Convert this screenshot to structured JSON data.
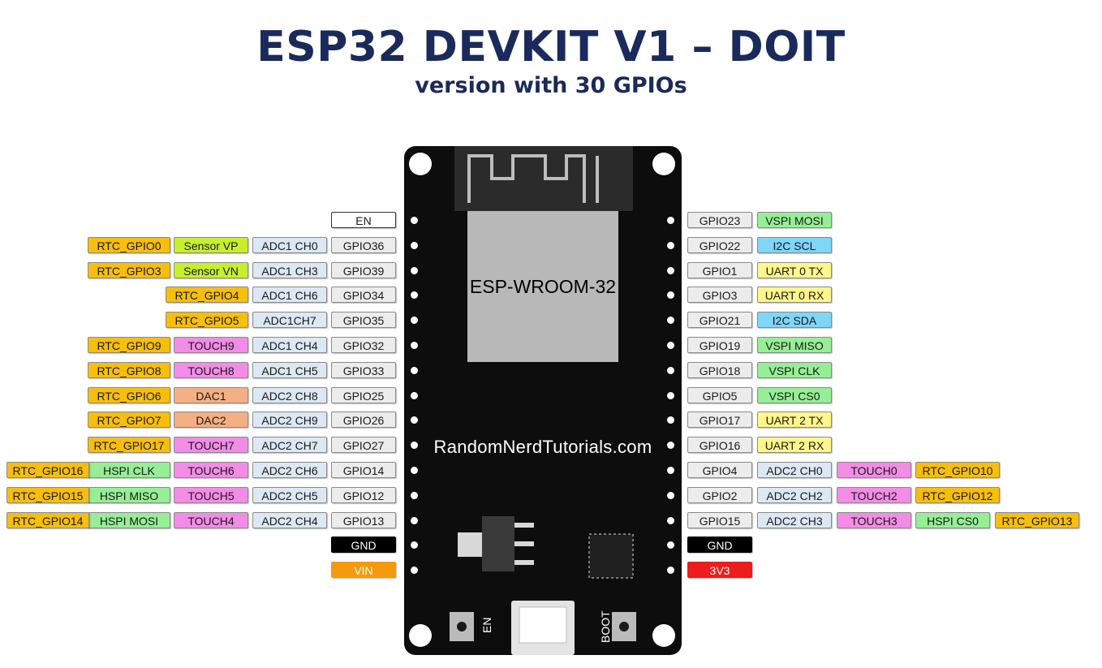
{
  "title": "ESP32 DEVKIT V1 – DOIT",
  "subtitle": "version with 30 GPIOs",
  "board": {
    "chip_label": "ESP-WROOM-32",
    "watermark": "RandomNerdTutorials.com",
    "en_label": "EN",
    "boot_label": "BOOT"
  },
  "colors": {
    "rtc": "#f7be0c",
    "sensor": "#c7ef2e",
    "adc": "#dce8f3",
    "gpio": "#ececec",
    "touch": "#f28ce6",
    "dac": "#f4b084",
    "hspi": "#96ee96",
    "vspi": "#96ee96",
    "i2c": "#7fd6f7",
    "uart": "#fff68c",
    "gnd": "#000000",
    "vin": "#f59a0c",
    "v33": "#ee1c1c",
    "en": "#ffffff"
  },
  "left_pins": [
    {
      "labels": [
        {
          "text": "EN",
          "kind": "en"
        }
      ]
    },
    {
      "labels": [
        {
          "text": "GPIO36",
          "kind": "gpio"
        },
        {
          "text": "ADC1 CH0",
          "kind": "adc"
        },
        {
          "text": "Sensor VP",
          "kind": "sensor"
        },
        {
          "text": "RTC_GPIO0",
          "kind": "rtc"
        }
      ]
    },
    {
      "labels": [
        {
          "text": "GPIO39",
          "kind": "gpio"
        },
        {
          "text": "ADC1 CH3",
          "kind": "adc"
        },
        {
          "text": "Sensor VN",
          "kind": "sensor"
        },
        {
          "text": "RTC_GPIO3",
          "kind": "rtc"
        }
      ]
    },
    {
      "labels": [
        {
          "text": "GPIO34",
          "kind": "gpio"
        },
        {
          "text": "ADC1 CH6",
          "kind": "adc"
        },
        {
          "text": "RTC_GPIO4",
          "kind": "rtc"
        }
      ]
    },
    {
      "labels": [
        {
          "text": "GPIO35",
          "kind": "gpio"
        },
        {
          "text": "ADC1CH7",
          "kind": "adc"
        },
        {
          "text": "RTC_GPIO5",
          "kind": "rtc"
        }
      ]
    },
    {
      "labels": [
        {
          "text": "GPIO32",
          "kind": "gpio"
        },
        {
          "text": "ADC1 CH4",
          "kind": "adc"
        },
        {
          "text": "TOUCH9",
          "kind": "touch"
        },
        {
          "text": "RTC_GPIO9",
          "kind": "rtc"
        }
      ]
    },
    {
      "labels": [
        {
          "text": "GPIO33",
          "kind": "gpio"
        },
        {
          "text": "ADC1 CH5",
          "kind": "adc"
        },
        {
          "text": "TOUCH8",
          "kind": "touch"
        },
        {
          "text": "RTC_GPIO8",
          "kind": "rtc"
        }
      ]
    },
    {
      "labels": [
        {
          "text": "GPIO25",
          "kind": "gpio"
        },
        {
          "text": "ADC2 CH8",
          "kind": "adc"
        },
        {
          "text": "DAC1",
          "kind": "dac"
        },
        {
          "text": "RTC_GPIO6",
          "kind": "rtc"
        }
      ]
    },
    {
      "labels": [
        {
          "text": "GPIO26",
          "kind": "gpio"
        },
        {
          "text": "ADC2 CH9",
          "kind": "adc"
        },
        {
          "text": "DAC2",
          "kind": "dac"
        },
        {
          "text": "RTC_GPIO7",
          "kind": "rtc"
        }
      ]
    },
    {
      "labels": [
        {
          "text": "GPIO27",
          "kind": "gpio"
        },
        {
          "text": "ADC2 CH7",
          "kind": "adc"
        },
        {
          "text": "TOUCH7",
          "kind": "touch"
        },
        {
          "text": "RTC_GPIO17",
          "kind": "rtc"
        }
      ]
    },
    {
      "labels": [
        {
          "text": "GPIO14",
          "kind": "gpio"
        },
        {
          "text": "ADC2 CH6",
          "kind": "adc"
        },
        {
          "text": "TOUCH6",
          "kind": "touch"
        },
        {
          "text": "HSPI CLK",
          "kind": "hspi"
        },
        {
          "text": "RTC_GPIO16",
          "kind": "rtc"
        }
      ]
    },
    {
      "labels": [
        {
          "text": "GPIO12",
          "kind": "gpio"
        },
        {
          "text": "ADC2 CH5",
          "kind": "adc"
        },
        {
          "text": "TOUCH5",
          "kind": "touch"
        },
        {
          "text": "HSPI MISO",
          "kind": "hspi"
        },
        {
          "text": "RTC_GPIO15",
          "kind": "rtc"
        }
      ]
    },
    {
      "labels": [
        {
          "text": "GPIO13",
          "kind": "gpio"
        },
        {
          "text": "ADC2 CH4",
          "kind": "adc"
        },
        {
          "text": "TOUCH4",
          "kind": "touch"
        },
        {
          "text": "HSPI MOSI",
          "kind": "hspi"
        },
        {
          "text": "RTC_GPIO14",
          "kind": "rtc"
        }
      ]
    },
    {
      "labels": [
        {
          "text": "GND",
          "kind": "gnd"
        }
      ]
    },
    {
      "labels": [
        {
          "text": "VIN",
          "kind": "vin"
        }
      ]
    }
  ],
  "right_pins": [
    {
      "labels": [
        {
          "text": "GPIO23",
          "kind": "gpio"
        },
        {
          "text": "VSPI MOSI",
          "kind": "vspi"
        }
      ]
    },
    {
      "labels": [
        {
          "text": "GPIO22",
          "kind": "gpio"
        },
        {
          "text": "I2C SCL",
          "kind": "i2c"
        }
      ]
    },
    {
      "labels": [
        {
          "text": "GPIO1",
          "kind": "gpio"
        },
        {
          "text": "UART 0 TX",
          "kind": "uart"
        }
      ]
    },
    {
      "labels": [
        {
          "text": "GPIO3",
          "kind": "gpio"
        },
        {
          "text": "UART 0 RX",
          "kind": "uart"
        }
      ]
    },
    {
      "labels": [
        {
          "text": "GPIO21",
          "kind": "gpio"
        },
        {
          "text": "I2C SDA",
          "kind": "i2c"
        }
      ]
    },
    {
      "labels": [
        {
          "text": "GPIO19",
          "kind": "gpio"
        },
        {
          "text": "VSPI MISO",
          "kind": "vspi"
        }
      ]
    },
    {
      "labels": [
        {
          "text": "GPIO18",
          "kind": "gpio"
        },
        {
          "text": "VSPI CLK",
          "kind": "vspi"
        }
      ]
    },
    {
      "labels": [
        {
          "text": "GPIO5",
          "kind": "gpio"
        },
        {
          "text": "VSPI CS0",
          "kind": "vspi"
        }
      ]
    },
    {
      "labels": [
        {
          "text": "GPIO17",
          "kind": "gpio"
        },
        {
          "text": "UART 2 TX",
          "kind": "uart"
        }
      ]
    },
    {
      "labels": [
        {
          "text": "GPIO16",
          "kind": "gpio"
        },
        {
          "text": "UART 2 RX",
          "kind": "uart"
        }
      ]
    },
    {
      "labels": [
        {
          "text": "GPIO4",
          "kind": "gpio"
        },
        {
          "text": "ADC2 CH0",
          "kind": "adc"
        },
        {
          "text": "TOUCH0",
          "kind": "touch"
        },
        {
          "text": "RTC_GPIO10",
          "kind": "rtc"
        }
      ]
    },
    {
      "labels": [
        {
          "text": "GPIO2",
          "kind": "gpio"
        },
        {
          "text": "ADC2 CH2",
          "kind": "adc"
        },
        {
          "text": "TOUCH2",
          "kind": "touch"
        },
        {
          "text": "RTC_GPIO12",
          "kind": "rtc"
        }
      ]
    },
    {
      "labels": [
        {
          "text": "GPIO15",
          "kind": "gpio"
        },
        {
          "text": "ADC2 CH3",
          "kind": "adc"
        },
        {
          "text": "TOUCH3",
          "kind": "touch"
        },
        {
          "text": "HSPI CS0",
          "kind": "hspi"
        },
        {
          "text": "RTC_GPIO13",
          "kind": "rtc"
        }
      ]
    },
    {
      "labels": [
        {
          "text": "GND",
          "kind": "gnd"
        }
      ]
    },
    {
      "labels": [
        {
          "text": "3V3",
          "kind": "v33"
        }
      ]
    }
  ]
}
